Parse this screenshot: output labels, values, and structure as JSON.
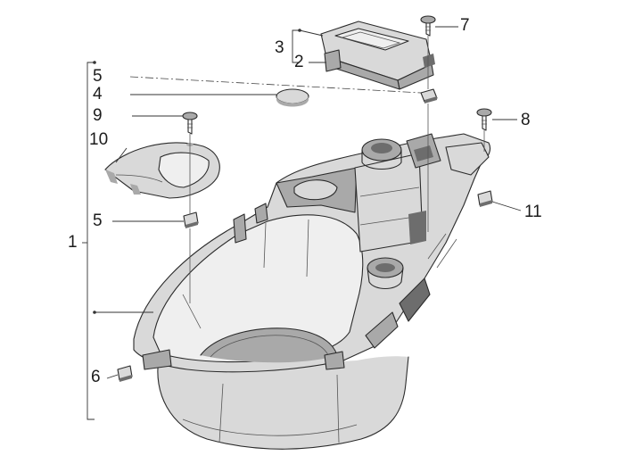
{
  "diagram": {
    "callouts": [
      {
        "id": "c1",
        "text": "1"
      },
      {
        "id": "c2",
        "text": "2"
      },
      {
        "id": "c3",
        "text": "3"
      },
      {
        "id": "c4",
        "text": "4"
      },
      {
        "id": "c5a",
        "text": "5"
      },
      {
        "id": "c5b",
        "text": "5"
      },
      {
        "id": "c6",
        "text": "6"
      },
      {
        "id": "c7",
        "text": "7"
      },
      {
        "id": "c8",
        "text": "8"
      },
      {
        "id": "c9",
        "text": "9"
      },
      {
        "id": "c10",
        "text": "10"
      },
      {
        "id": "c11",
        "text": "11"
      }
    ]
  }
}
